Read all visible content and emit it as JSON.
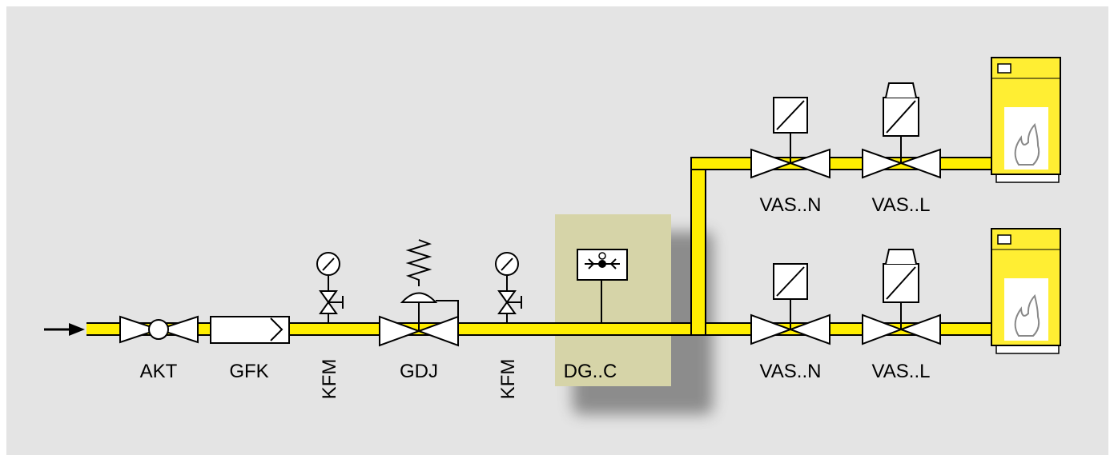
{
  "colors": {
    "background": "#e4e4e4",
    "pipe": "#ffee00",
    "highlight_box": "#d6d4a8",
    "boiler": "#ffee33"
  },
  "components": [
    {
      "id": "akt",
      "label": "AKT",
      "icon": "ball-valve-icon"
    },
    {
      "id": "gfk",
      "label": "GFK",
      "icon": "gas-filter-icon"
    },
    {
      "id": "kfm1",
      "label": "KFM",
      "icon": "pressure-gauge-icon"
    },
    {
      "id": "gdj",
      "label": "GDJ",
      "icon": "pressure-regulator-icon"
    },
    {
      "id": "kfm2",
      "label": "KFM",
      "icon": "pressure-gauge-icon"
    },
    {
      "id": "dgc",
      "label": "DG..C",
      "icon": "pressure-switch-icon"
    },
    {
      "id": "vasn_top",
      "label": "VAS..N",
      "icon": "solenoid-valve-icon"
    },
    {
      "id": "vasl_top",
      "label": "VAS..L",
      "icon": "solenoid-valve-icon"
    },
    {
      "id": "vasn_bot",
      "label": "VAS..N",
      "icon": "solenoid-valve-icon"
    },
    {
      "id": "vasl_bot",
      "label": "VAS..L",
      "icon": "solenoid-valve-icon"
    }
  ],
  "boilers": [
    {
      "icon": "boiler-flame-icon"
    },
    {
      "icon": "boiler-flame-icon"
    }
  ],
  "inlet": {
    "icon": "flow-arrow-icon"
  }
}
